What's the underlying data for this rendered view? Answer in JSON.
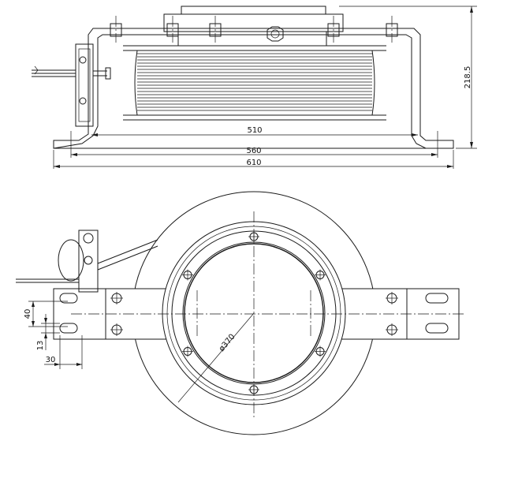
{
  "dimensions": {
    "coil_width": "510",
    "mounting_width": "560",
    "overall_width": "610",
    "overall_height": "218.5",
    "bore_diameter": "ø370",
    "slot_spacing": "40",
    "slot_offset": "13",
    "slot_length": "30"
  },
  "colors": {
    "line": "#1a1a1a",
    "background": "#ffffff"
  }
}
